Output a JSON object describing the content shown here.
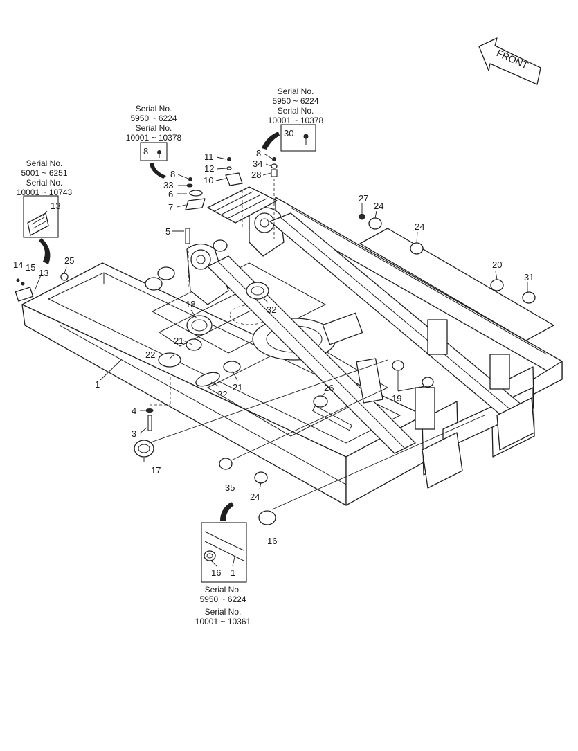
{
  "front_arrow": {
    "label": "FRONT"
  },
  "callouts": {
    "c1a": "1",
    "c1b": "1",
    "c3": "3",
    "c4": "4",
    "c5": "5",
    "c6": "6",
    "c7": "7",
    "c8a": "8",
    "c8b": "8",
    "c8c": "8",
    "c10": "10",
    "c11": "11",
    "c12": "12",
    "c13a": "13",
    "c13b": "13",
    "c14": "14",
    "c15": "15",
    "c16a": "16",
    "c16b": "16",
    "c17": "17",
    "c18": "18",
    "c19": "19",
    "c20": "20",
    "c21a": "21",
    "c21b": "21",
    "c22a": "22",
    "c22b": "22",
    "c24a": "24",
    "c24b": "24",
    "c24c": "24",
    "c25": "25",
    "c26": "26",
    "c27": "27",
    "c28": "28",
    "c30": "30",
    "c31": "31",
    "c32": "32",
    "c33": "33",
    "c34": "34",
    "c35": "35"
  },
  "serial_notes": {
    "left": [
      "Serial No.",
      "5001 ~ 6251",
      "Serial No.",
      "10001 ~ 10743"
    ],
    "mid": [
      "Serial No.",
      "5950 ~ 6224",
      "Serial No.",
      "10001 ~ 10378"
    ],
    "right": [
      "Serial No.",
      "5950 ~ 6224",
      "Serial No.",
      "10001 ~ 10378"
    ],
    "bottom": [
      "Serial No.",
      "5950 ~ 6224",
      "Serial No.",
      "10001 ~ 10361"
    ]
  }
}
